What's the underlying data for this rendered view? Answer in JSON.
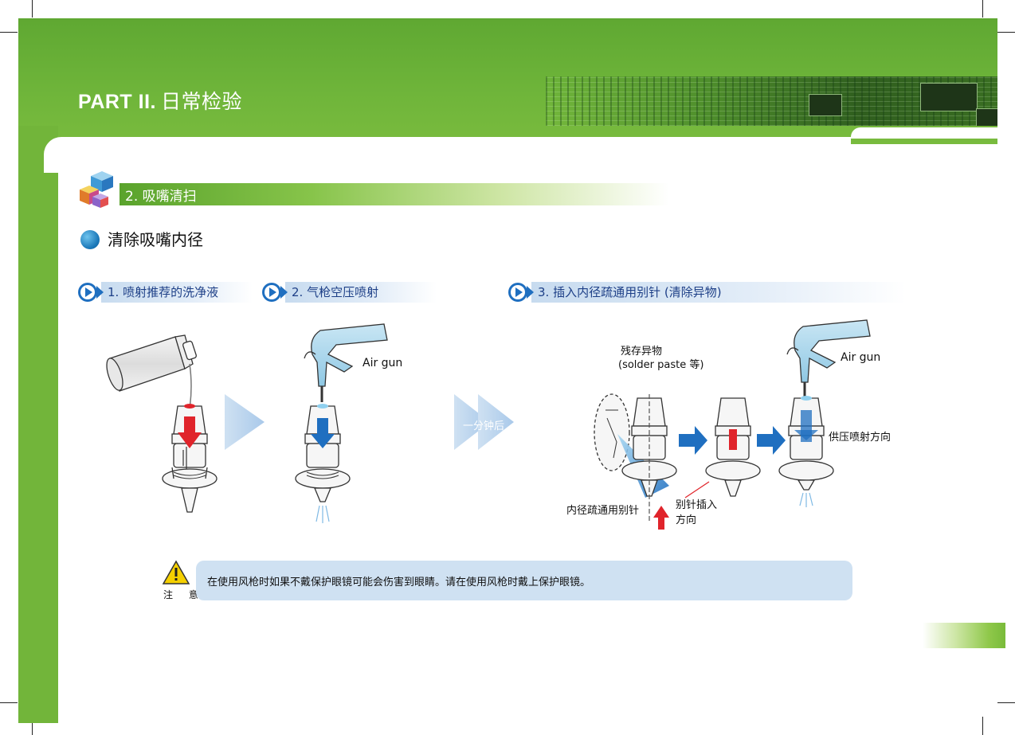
{
  "header": {
    "part": "PART II.",
    "title": "日常检验"
  },
  "section": {
    "title": "2. 吸嘴清扫"
  },
  "subsection": {
    "title": "清除吸嘴内径"
  },
  "steps": [
    {
      "label": "1. 喷射推荐的洗净液"
    },
    {
      "label": "2. 气枪空压喷射"
    },
    {
      "label": "3. 插入内径疏通用别针 (清除异物)"
    }
  ],
  "illustration": {
    "air_gun_label_1": "Air gun",
    "air_gun_label_2": "Air gun",
    "wait_label": "一分钟后",
    "residue_label_1": "残存异物",
    "residue_label_2": "(solder paste 等)",
    "pin_label": "内径疏通用别针",
    "pin_dir_1": "别针插入",
    "pin_dir_2": "方向",
    "spray_dir": "供压喷射方向"
  },
  "caution": {
    "label": "注 意",
    "text": "在使用风枪时如果不戴保护眼镜可能会伤害到眼睛。请在使用风枪时戴上保护眼镜。"
  },
  "colors": {
    "brand_green": "#6fb53a",
    "step_blue": "#1d3f87",
    "caution_bg": "#cfe1f2",
    "arrow_red": "#e0242b",
    "arrow_blue": "#1f6fc0"
  }
}
